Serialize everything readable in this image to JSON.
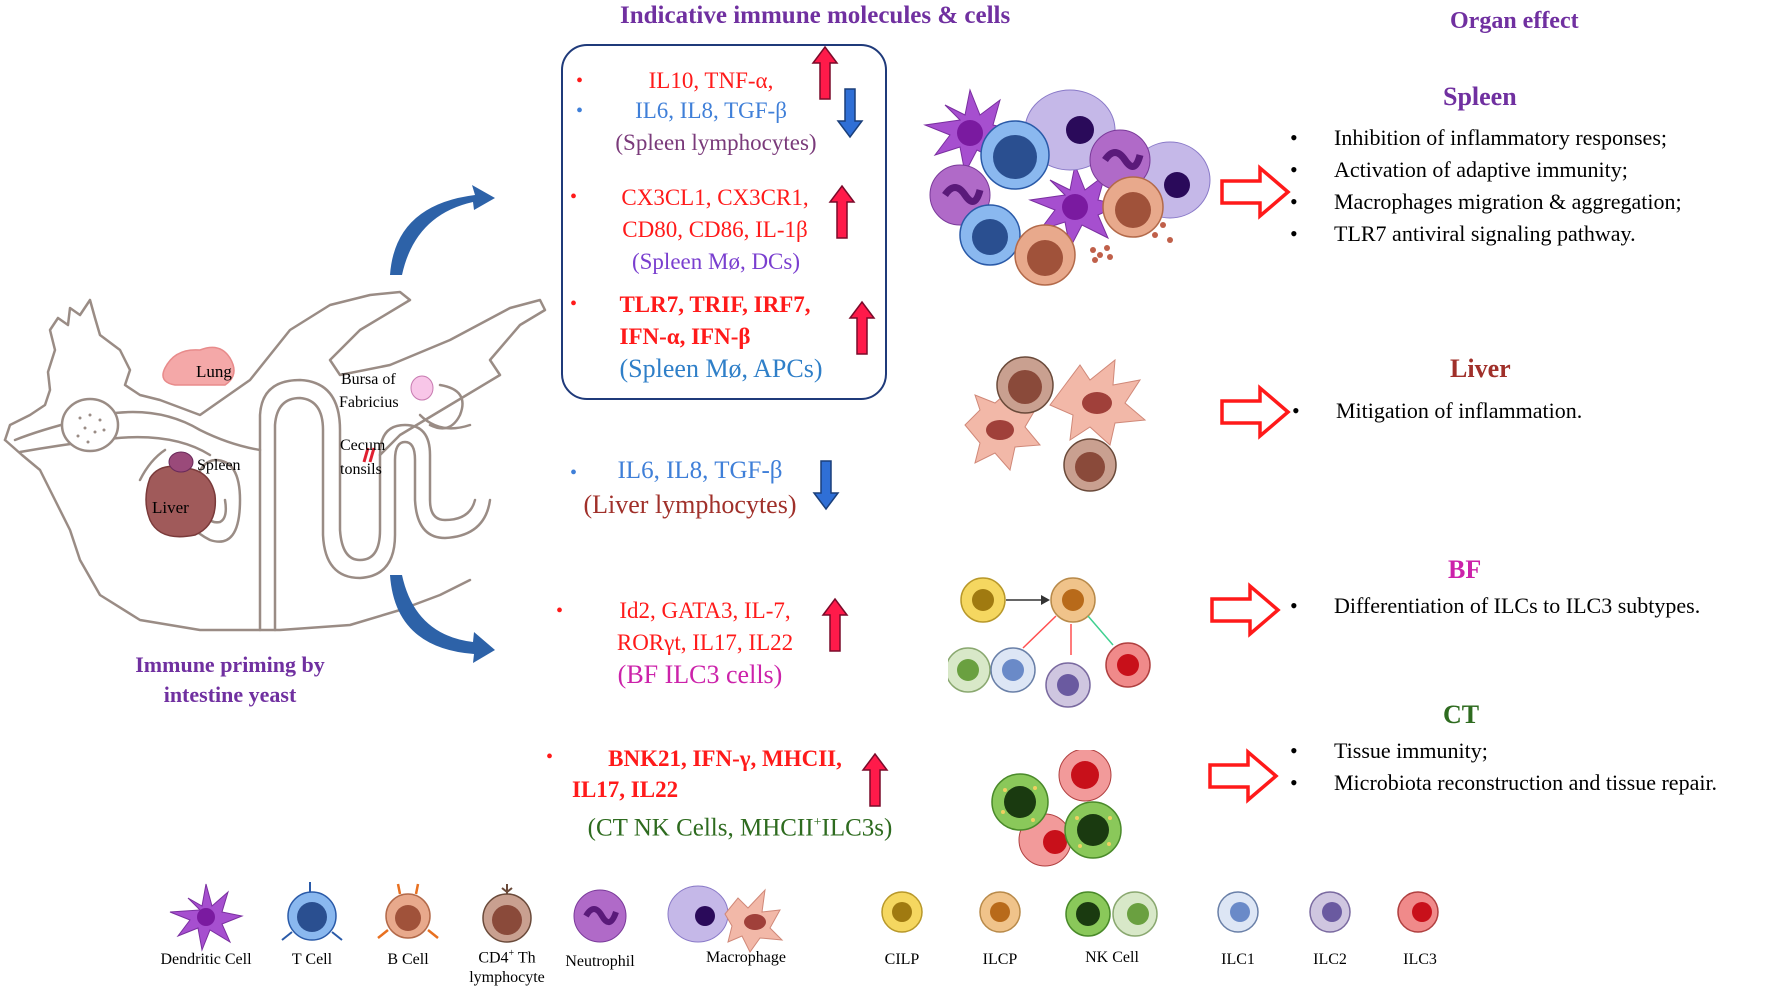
{
  "headers": {
    "molecules": "Indicative immune molecules & cells",
    "organ_effect": "Organ effect",
    "priming": [
      "Immune priming by",
      "intestine yeast"
    ]
  },
  "anatomy_labels": {
    "lung": "Lung",
    "bursa": [
      "Bursa of",
      "Fabricius"
    ],
    "cecum": [
      "Cecum",
      "tonsils"
    ],
    "spleen": "Spleen",
    "liver": "Liver"
  },
  "molecules": {
    "spleen_lymph": {
      "up": "IL10, TNF-α,",
      "down": "IL6, IL8, TGF-β",
      "cells": "(Spleen lymphocytes)"
    },
    "spleen_mdc": {
      "line1": "CX3CL1, CX3CR1,",
      "line2": "CD80, CD86, IL-1β",
      "cells": "(Spleen Mø, DCs)"
    },
    "spleen_apc": {
      "line1": "TLR7, TRIF, IRF7,",
      "line2": "IFN-α, IFN-β",
      "cells": "(Spleen Mø, APCs)"
    },
    "liver": {
      "line1": "IL6, IL8, TGF-β",
      "cells": "(Liver lymphocytes)"
    },
    "bf": {
      "line1": "Id2, GATA3, IL-7,",
      "line2": "RORγt, IL17, IL22",
      "cells": "(BF ILC3 cells)"
    },
    "ct": {
      "line1": "BNK21, IFN-γ, MHCII,",
      "line2": "IL17, IL22",
      "cells_pre": "(CT NK Cells, MHCII",
      "cells_sup": "+",
      "cells_post": "ILC3s)"
    }
  },
  "organs": {
    "spleen": {
      "title": "Spleen",
      "color": "#7030a0",
      "effects": [
        "Inhibition of inflammatory responses;",
        "Activation of adaptive immunity;",
        "Macrophages migration & aggregation;",
        "TLR7 antiviral signaling pathway."
      ]
    },
    "liver": {
      "title": "Liver",
      "color": "#a0302a",
      "effects": [
        "Mitigation of inflammation."
      ]
    },
    "bf": {
      "title": "BF",
      "color": "#cc22aa",
      "effects": [
        "Differentiation of ILCs to ILC3 subtypes."
      ]
    },
    "ct": {
      "title": "CT",
      "color": "#2e6b1f",
      "effects": [
        "Tissue immunity;",
        "Microbiota reconstruction and tissue repair."
      ]
    }
  },
  "legend": {
    "dendritic": "Dendritic Cell",
    "tcell": "T Cell",
    "bcell": "B Cell",
    "cd4_pre": "CD4",
    "cd4_sup": "+",
    "cd4_post": " Th",
    "cd4_line2": "lymphocyte",
    "neutrophil": "Neutrophil",
    "macrophage": "Macrophage",
    "cilp": "CILP",
    "ilcp": "ILCP",
    "nk": "NK Cell",
    "ilc1": "ILC1",
    "ilc2": "ILC2",
    "ilc3": "ILC3"
  },
  "colors": {
    "up_arrow": "#ff1a4a",
    "down_arrow": "#2f6fd6",
    "effect_arrow": "#ff1a1a",
    "header": "#7030a0",
    "box_border": "#1f3a7a"
  }
}
